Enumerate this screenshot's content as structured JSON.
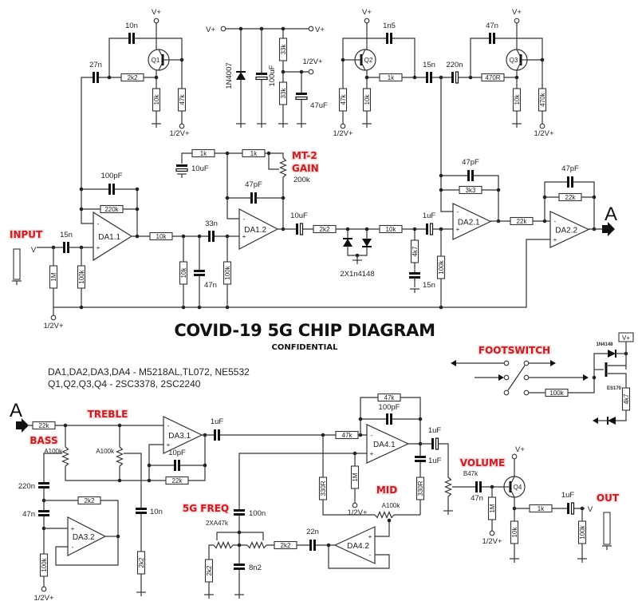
{
  "title": "COVID-19 5G CHIP DIAGRAM",
  "subtitle": "CONFIDENTIAL",
  "notes": [
    "DA1,DA2,DA3,DA4 - M5218AL,TL072, NE5532",
    "Q1,Q2,Q3,Q4 - 2SC3378, 2SC2240"
  ],
  "sections": {
    "input": "INPUT",
    "gain_1": "MT-2",
    "gain_2": "GAIN",
    "footswitch": "FOOTSWITCH",
    "treble": "TREBLE",
    "bass": "BASS",
    "freq": "5G FREQ",
    "mid": "MID",
    "volume": "VOLUME",
    "out": "OUT"
  },
  "connectors": {
    "a": "A",
    "jack_v": "V"
  },
  "supply": {
    "vplus": "V+",
    "half": "1/2V+"
  },
  "c": {
    "q1": "Q1",
    "q2": "Q2",
    "q3": "Q3",
    "q4": "Q4",
    "q1_10n": "10n",
    "q1_27n": "27n",
    "q1_2k2": "2k2",
    "q1_10k": "10k",
    "q1_47k": "47k",
    "d_1n4007": "1N4007",
    "c_100uf": "100uF",
    "r_33k_a": "33k",
    "r_33k_b": "33k",
    "c_47uf": "47uF",
    "q2_1n5": "1n5",
    "q2_47k": "47k",
    "q2_10k": "10k",
    "q2_1k": "1k",
    "c_15n_top": "15n",
    "c_220n": "220n",
    "q3_47n": "47n",
    "q3_470r": "470R",
    "q3_10k": "10k",
    "q3_470k": "470k",
    "da11": "DA1.1",
    "da11_100pf": "100pF",
    "da11_220k": "220k",
    "in_15n": "15n",
    "in_1m": "1M",
    "in_100k": "100k",
    "r_10k_a": "10k",
    "c_33n": "33n",
    "r_10k_b": "10k",
    "c_47n": "47n",
    "r_100k_b": "100k",
    "da12": "DA1.2",
    "g_1k_a": "1k",
    "g_1k_b": "1k",
    "g_10uf": "10uF",
    "g_47pf": "47pF",
    "g_200k": "200k",
    "o_10uf": "10uF",
    "o_2k2": "2k2",
    "diodes": "2X1n4148",
    "o_10k": "10k",
    "o_4k7": "4k7",
    "o_15n": "15n",
    "o_1uf": "1uF",
    "o_100k": "100k",
    "da21": "DA2.1",
    "da21_47pf": "47pF",
    "da21_3k3": "3k3",
    "r_22k": "22k",
    "da22": "DA2.2",
    "da22_47pf": "47pF",
    "da22_22k": "22k",
    "fs_1n4148": "1N4148",
    "fs_fet": "ES170",
    "fs_100k": "100k",
    "fs_4k7": "4k7",
    "t_22k_in": "22k",
    "bass_pot": "A100k",
    "treble_pot": "A100k",
    "da31": "DA3.1",
    "da31_1uf": "1uF",
    "da31_10pf": "10pF",
    "da31_22k": "22k",
    "b_220n": "220n",
    "b_47n": "47n",
    "b_2k2": "2k2",
    "b_100k": "100k",
    "da32": "DA3.2",
    "t_10n": "10n",
    "t_2k2": "2k2",
    "f_100n": "100n",
    "f_pots": "2XA47k",
    "f_2k2_h": "2k2",
    "f_2k2_v": "2k2",
    "f_8n2": "8n2",
    "f_22n": "22n",
    "da41": "DA4.1",
    "da41_47k_in": "47k",
    "da41_47k_fb": "47k",
    "da41_100pf": "100pF",
    "da41_1uf_out": "1uF",
    "da41_1uf_v": "1uF",
    "m_330r_a": "330R",
    "m_330r_b": "330R",
    "m_1m": "1M",
    "mid_pot": "A100k",
    "da42": "DA4.2",
    "v_pot": "B47k",
    "v_47n": "47n",
    "v_1m": "1M",
    "v_10k": "10k",
    "v_1k": "1k",
    "v_1uf": "1uF",
    "v_100k": "100k"
  }
}
